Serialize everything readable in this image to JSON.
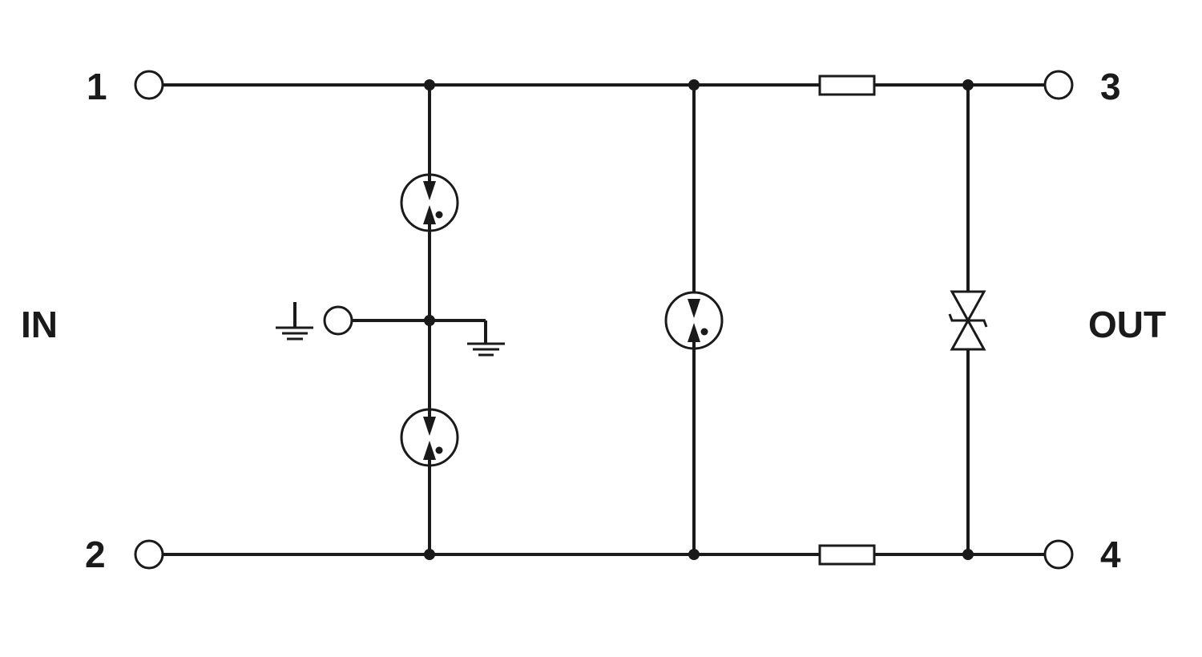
{
  "terminals": {
    "t1": "1",
    "t2": "2",
    "t3": "3",
    "t4": "4"
  },
  "sides": {
    "input": "IN",
    "output": "OUT"
  },
  "colors": {
    "line": "#1a1a1a",
    "background": "#ffffff"
  },
  "components": [
    {
      "type": "gas-discharge-tube",
      "count": 3
    },
    {
      "type": "resistor",
      "count": 2
    },
    {
      "type": "bidirectional-tvs-diode",
      "count": 1
    },
    {
      "type": "ground",
      "count": 2
    }
  ]
}
